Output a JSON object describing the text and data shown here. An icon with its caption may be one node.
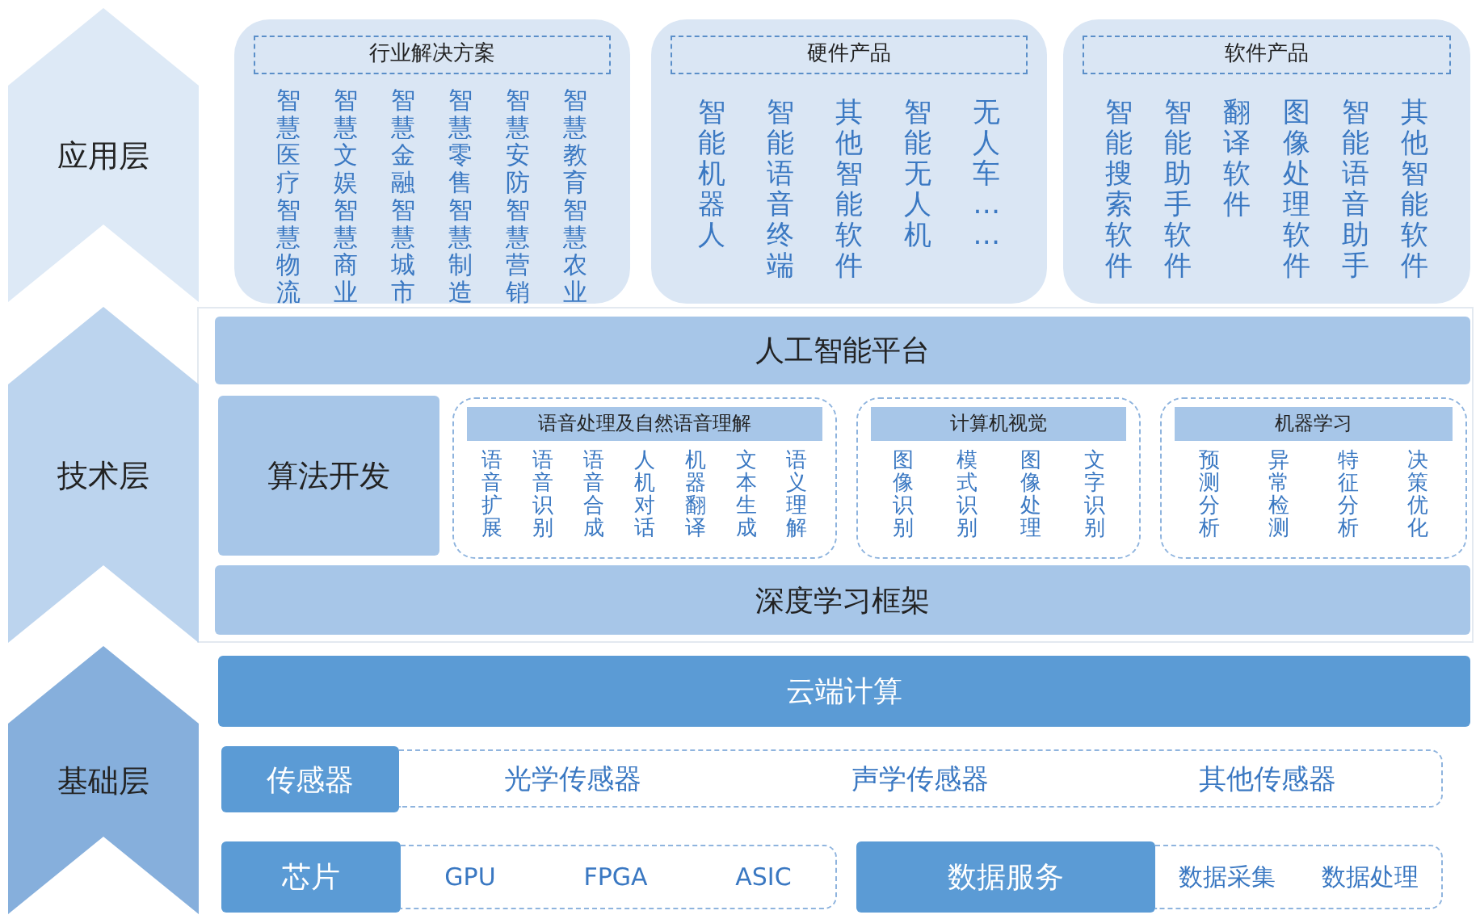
{
  "diagram": {
    "nodes": [
      {
        "text": [
          "应用层"
        ]
      },
      {
        "text": [
          "技术层"
        ]
      },
      {
        "text": [
          "基础层"
        ]
      },
      {
        "text": [
          "行业解决方案",
          "智慧医疗",
          "智慧文娱",
          "智慧金融",
          "智慧零售",
          "智慧安防",
          "智慧教育",
          "智慧物流",
          "智慧商业",
          "智慧城市",
          "智慧制造",
          "智慧营销",
          "智慧农业"
        ]
      },
      {
        "text": [
          "硬件产品",
          "智能机器人",
          "智能语音终端",
          "其他智能软件",
          "智能无人机",
          "无人车……"
        ]
      },
      {
        "text": [
          "软件产品",
          "智能搜索软件",
          "智能助手软件",
          "翻译软件",
          "图像处理软件",
          "智能语音助手",
          "其他智能软件"
        ]
      },
      {
        "text": [
          "人工智能平台"
        ]
      },
      {
        "text": [
          "算法开发"
        ]
      },
      {
        "text": [
          "语音处理及自然语音理解",
          "语音扩展",
          "语音识别",
          "语音合成",
          "人机对话",
          "机器翻译",
          "文本生成",
          "语义理解"
        ]
      },
      {
        "text": [
          "计算机视觉",
          "图像识别",
          "模式识别",
          "图像处理",
          "文字识别"
        ]
      },
      {
        "text": [
          "机器学习",
          "预测分析",
          "异常检测",
          "特征分析",
          "决策优化"
        ]
      },
      {
        "text": [
          "深度学习框架"
        ]
      },
      {
        "text": [
          "云端计算"
        ]
      },
      {
        "text": [
          "传感器"
        ]
      },
      {
        "text": [
          "光学传感器",
          "声学传感器",
          "其他传感器"
        ]
      },
      {
        "text": [
          "芯片"
        ]
      },
      {
        "text": [
          "GPU",
          "FPGA",
          "ASIC"
        ]
      },
      {
        "text": [
          "数据服务"
        ]
      },
      {
        "text": [
          "数据采集",
          "数据处理"
        ]
      }
    ]
  }
}
